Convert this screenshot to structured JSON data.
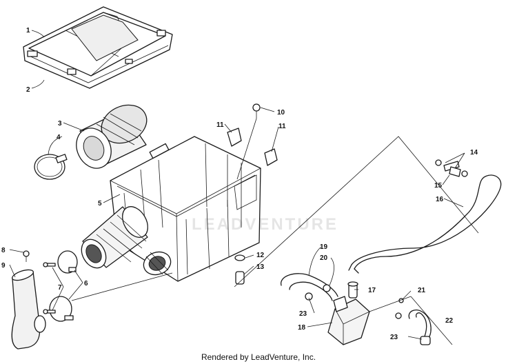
{
  "watermark": "LEADVENTURE",
  "footer": "Rendered by LeadVenture, Inc.",
  "callouts": [
    {
      "num": "1"
    },
    {
      "num": "2"
    },
    {
      "num": "3"
    },
    {
      "num": "4"
    },
    {
      "num": "5"
    },
    {
      "num": "6"
    },
    {
      "num": "7"
    },
    {
      "num": "8"
    },
    {
      "num": "9"
    },
    {
      "num": "10"
    },
    {
      "num": "11"
    },
    {
      "num": "11"
    },
    {
      "num": "12"
    },
    {
      "num": "13"
    },
    {
      "num": "14"
    },
    {
      "num": "15"
    },
    {
      "num": "16"
    },
    {
      "num": "17"
    },
    {
      "num": "18"
    },
    {
      "num": "19"
    },
    {
      "num": "20"
    },
    {
      "num": "21"
    },
    {
      "num": "22"
    },
    {
      "num": "23"
    },
    {
      "num": "23"
    }
  ]
}
